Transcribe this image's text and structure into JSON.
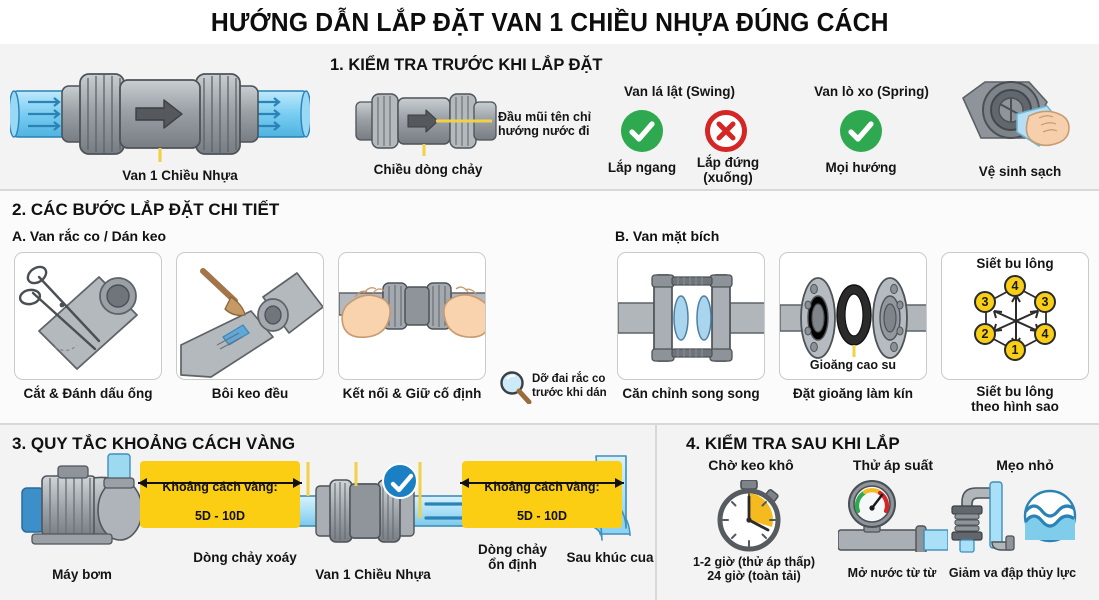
{
  "title": "HƯỚNG DẪN LẮP ĐẶT VAN 1 CHIỀU NHỰA ĐÚNG CÁCH",
  "colors": {
    "green": "#2fa94f",
    "red": "#d52525",
    "blue": "#1b7fc4",
    "yellow": "#fbce14",
    "pipe_blue": "#7fd0f5",
    "metal_gray": "#9a9fa3",
    "band_bg": "#f2f3f2",
    "panel_border": "#c9cbc8"
  },
  "section1": {
    "hero_caption": "Van 1 Chiều Nhựa",
    "heading": "1. KIỂM TRA TRƯỚC KHI LẮP ĐẶT",
    "flow_caption": "Chiều dòng chảy",
    "arrow_note": "Đầu mũi tên chỉ\nhướng nước đi",
    "valve_types": [
      {
        "name": "Van lá lật (Swing)",
        "options": [
          {
            "icon": "check-icon",
            "status": "ok",
            "label": "Lắp ngang"
          },
          {
            "icon": "cross-icon",
            "status": "no",
            "label": "Lắp đứng\n(xuống)"
          }
        ]
      },
      {
        "name": "Van lò xo (Spring)",
        "options": [
          {
            "icon": "check-icon",
            "status": "ok",
            "label": "Mọi hướng"
          }
        ]
      }
    ],
    "clean_caption": "Vệ sinh sạch"
  },
  "section2": {
    "heading": "2. CÁC BƯỚC LẮP ĐẶT CHI TIẾT",
    "groupA": {
      "title": "A. Van rắc co / Dán keo",
      "steps": [
        {
          "caption": "Cắt & Đánh dấu ống",
          "icon": "scissors-pipe-icon"
        },
        {
          "caption": "Bôi keo đều",
          "icon": "glue-brush-icon"
        },
        {
          "caption": "Kết nối & Giữ cố định",
          "icon": "hands-join-icon"
        }
      ],
      "tip_icon": "magnifier-icon",
      "tip": "Dỡ đai rắc co\ntrước khi dán"
    },
    "groupB": {
      "title": "B. Van mặt bích",
      "steps": [
        {
          "caption": "Căn chỉnh song song",
          "icon": "flange-align-icon"
        },
        {
          "caption": "Đặt gioăng làm kín",
          "icon": "gasket-icon",
          "inner_label": "Gioăng cao su"
        },
        {
          "caption": "Siết bu lông\ntheo hình sao",
          "icon": "bolt-star-icon",
          "inner_title": "Siết bu lông"
        }
      ],
      "bolt_sequence": {
        "title": "Siết bu lông",
        "nodes": [
          {
            "n": "4",
            "pos": "top"
          },
          {
            "n": "3",
            "pos": "upper-left"
          },
          {
            "n": "3",
            "pos": "upper-right"
          },
          {
            "n": "2",
            "pos": "lower-left"
          },
          {
            "n": "4",
            "pos": "lower-right"
          },
          {
            "n": "1",
            "pos": "bottom"
          }
        ]
      }
    }
  },
  "section3": {
    "heading": "3. QUY TẮC KHOẢNG CÁCH VÀNG",
    "badges": [
      {
        "line1": "Khoảng cách vàng:",
        "line2": "5D - 10D"
      },
      {
        "line1": "Khoảng cách vàng:",
        "line2": "5D - 10D"
      }
    ],
    "labels": {
      "pump": "Máy bơm",
      "turbulent": "Dòng chảy xoáy",
      "valve": "Van 1 Chiều Nhựa",
      "steady": "Dòng chảy\nổn định",
      "after_elbow": "Sau khúc cua"
    },
    "approved_icon": "check-circle-icon"
  },
  "section4": {
    "heading": "4. KIỂM TRA SAU KHI LẮP",
    "items": [
      {
        "title": "Chờ keo khô",
        "icon": "stopwatch-icon",
        "caption": "1-2 giờ (thử áp thấp)\n24 giờ (toàn tải)"
      },
      {
        "title": "Thử áp suất",
        "icon": "pressure-gauge-icon",
        "caption": "Mở nước từ từ"
      },
      {
        "title": "Mẹo nhỏ",
        "icon": "water-hammer-icon",
        "caption": "Giảm va đập thủy lực"
      }
    ]
  }
}
